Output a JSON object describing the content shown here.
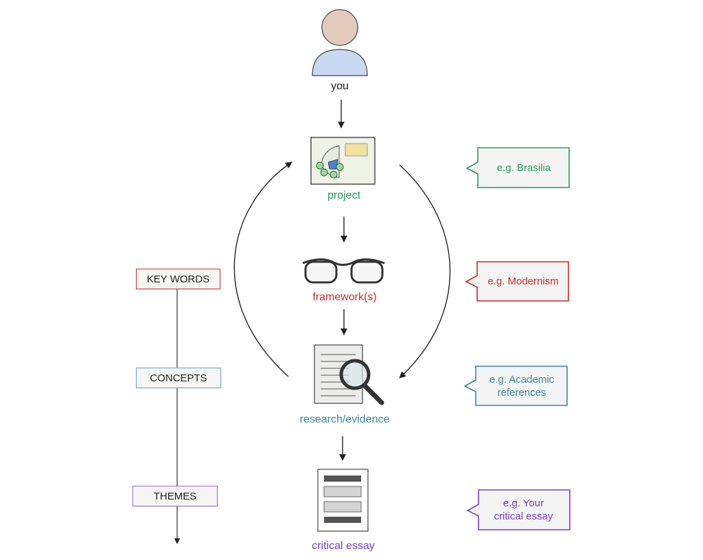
{
  "nodes": {
    "you": "you",
    "project": "project",
    "framework": "framework(s)",
    "research": "research/evidence",
    "essay": "critical essay"
  },
  "left_axis": {
    "key_words": "KEY WORDS",
    "concepts": "CONCEPTS",
    "themes": "THEMES"
  },
  "examples": {
    "project": "e.g. Brasilia",
    "framework": "e.g. Modernism",
    "research": "e.g. Academic references",
    "essay": "e.g. Your critical essay"
  },
  "colors": {
    "project": "#2a9a5e",
    "framework": "#cc2b2b",
    "research": "#3d86a6",
    "essay": "#7a3fc4",
    "arrow": "#222222"
  }
}
